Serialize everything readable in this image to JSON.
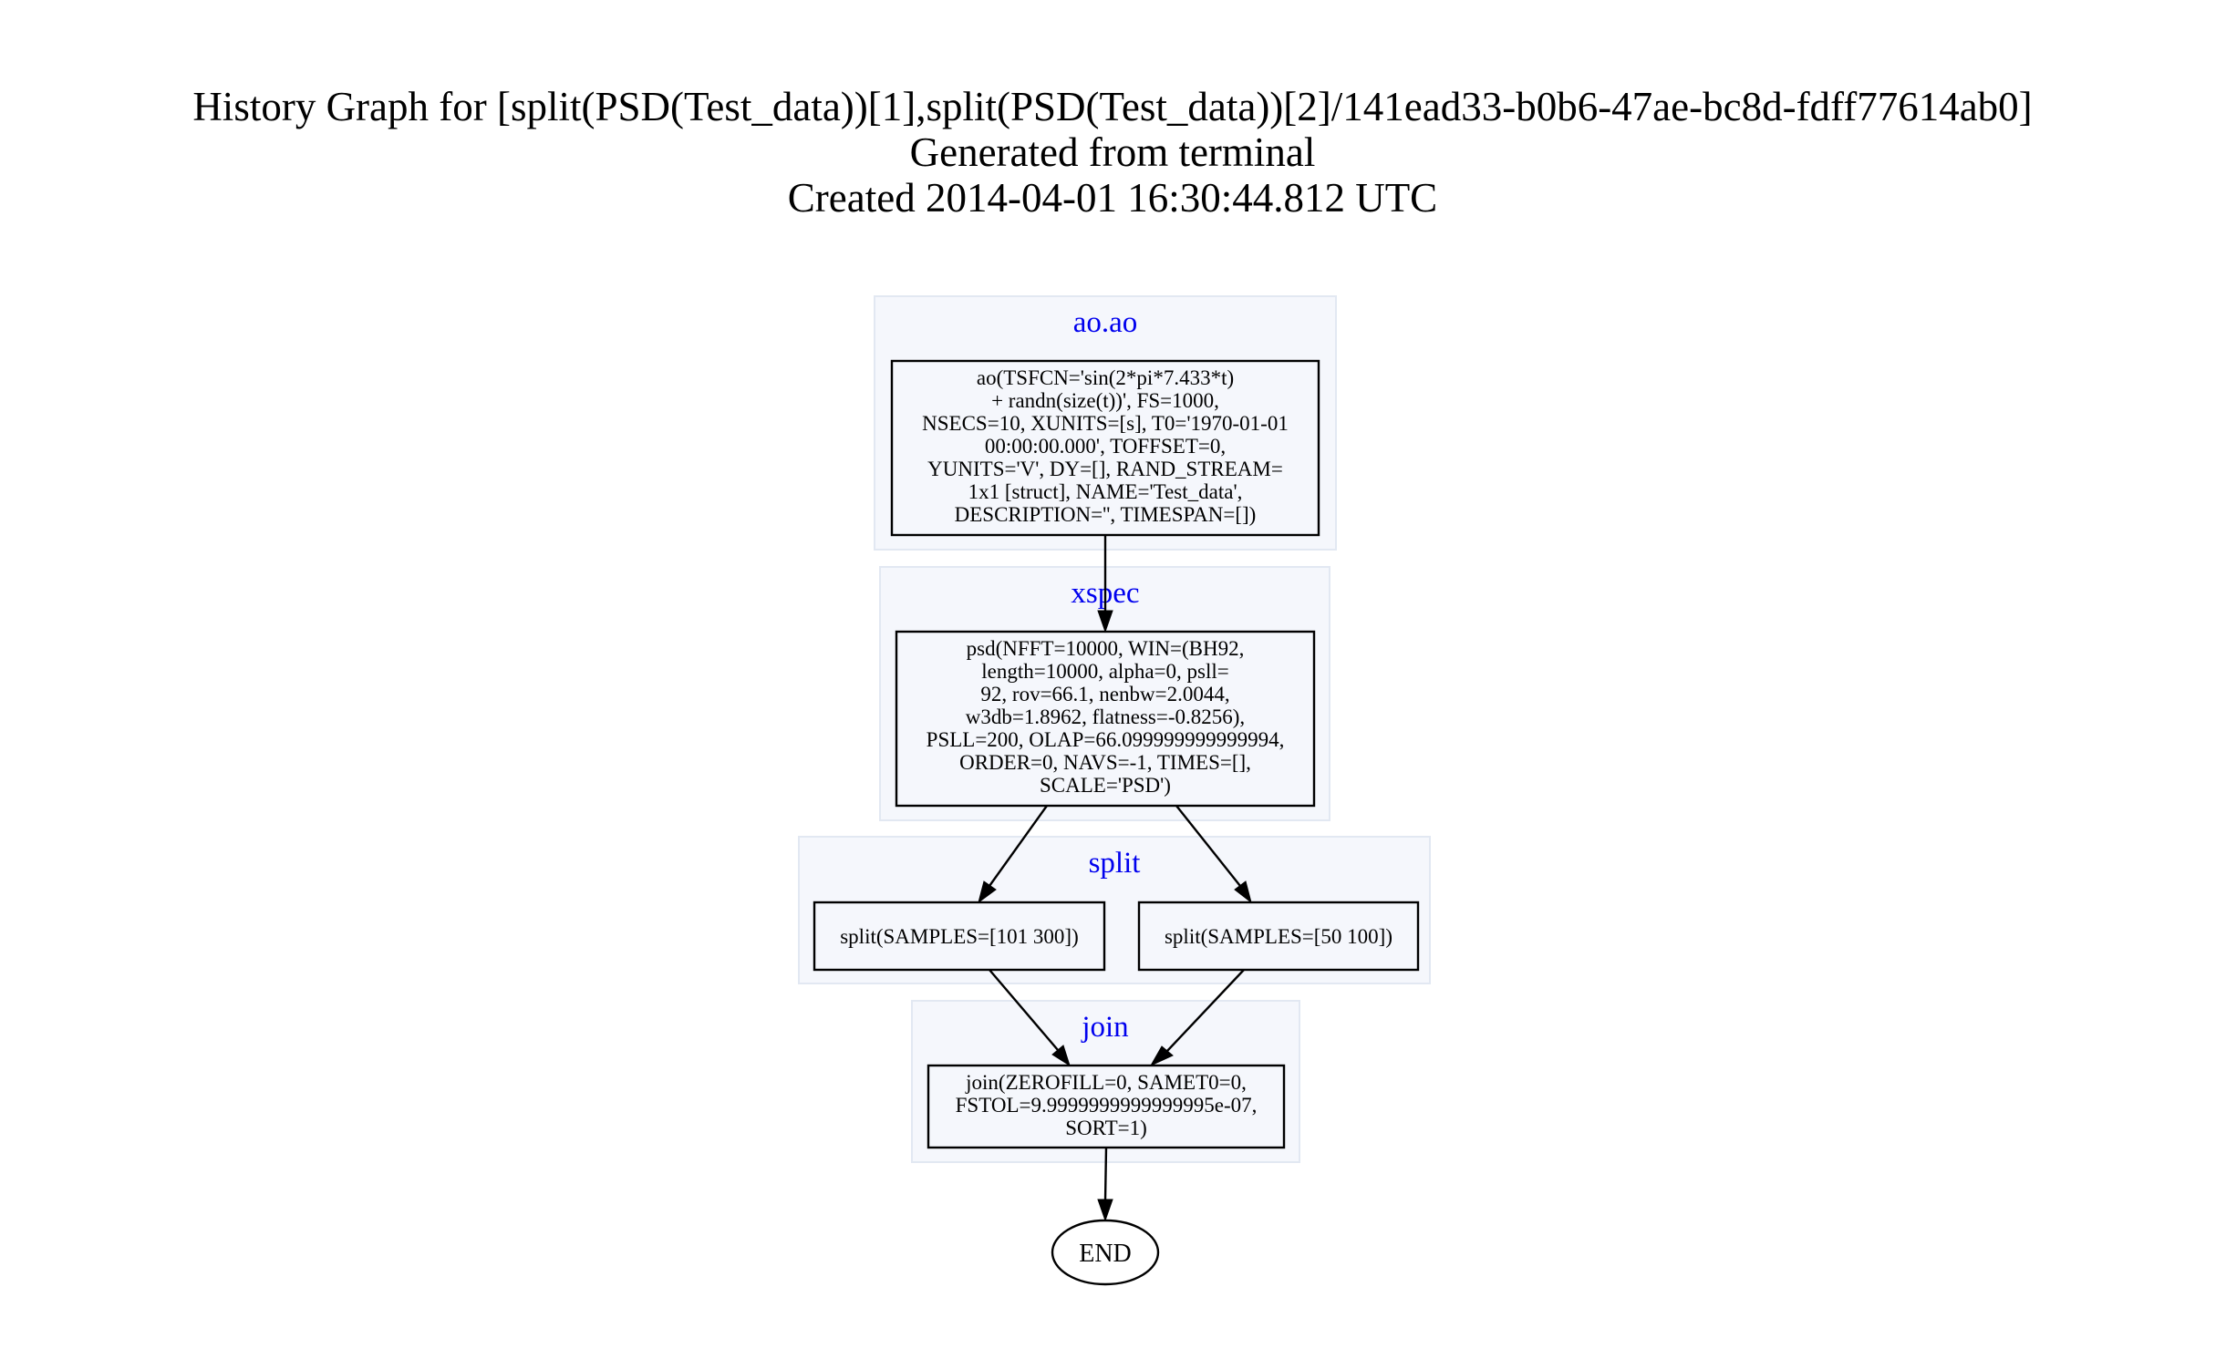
{
  "title": {
    "line1": "History Graph for [split(PSD(Test_data))[1],split(PSD(Test_data))[2]/141ead33-b0b6-47ae-bc8d-fdff77614ab0]",
    "line2": "Generated from terminal",
    "line3": "Created 2014-04-01 16:30:44.812 UTC"
  },
  "clusters": {
    "ao": "ao.ao",
    "xspec": "xspec",
    "split": "split",
    "join": "join"
  },
  "nodes": {
    "ao": [
      "ao(TSFCN='sin(2*pi*7.433*t)",
      "+ randn(size(t))', FS=1000,",
      "NSECS=10, XUNITS=[s], T0='1970-01-01",
      "00:00:00.000', TOFFSET=0,",
      "YUNITS='V', DY=[], RAND_STREAM=",
      "1x1 [struct], NAME='Test_data',",
      "DESCRIPTION='', TIMESPAN=[])"
    ],
    "psd": [
      "psd(NFFT=10000, WIN=(BH92,",
      "length=10000, alpha=0, psll=",
      "92, rov=66.1, nenbw=2.0044,",
      "w3db=1.8962, flatness=-0.8256),",
      "PSLL=200, OLAP=66.099999999999994,",
      "ORDER=0, NAVS=-1, TIMES=[],",
      "SCALE='PSD')"
    ],
    "split1": "split(SAMPLES=[101 300])",
    "split2": "split(SAMPLES=[50 100])",
    "join": [
      "join(ZEROFILL=0, SAMET0=0,",
      "FSTOL=9.9999999999999995e-07,",
      "SORT=1)"
    ],
    "end": "END"
  }
}
